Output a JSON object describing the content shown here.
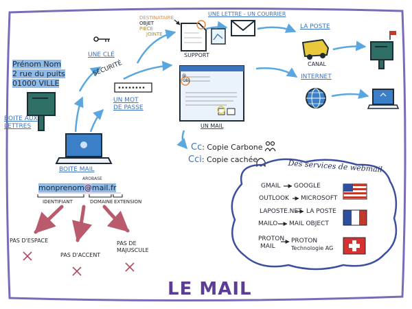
{
  "title": "LE MAIL",
  "address": {
    "lines": [
      "Prénom Nom",
      "2 rue du puits",
      "01000 VILLE"
    ]
  },
  "mailbox_label": [
    "BOITE AUX",
    "LETTRES"
  ],
  "key_label": "UNE CLÉ",
  "security_label": "SÉCURITÉ",
  "password_label": [
    "UN MOT",
    "DE PASSE"
  ],
  "laptop_label": "BOITE MAIL",
  "email": {
    "user": "monprenom",
    "at": "@",
    "domain": "mail.fr",
    "arobase_label": "AROBASE",
    "identifiant_label": "IDENTIFIANT",
    "domaine_label": "DOMAINE",
    "extension_label": "EXTENSION"
  },
  "rules": [
    {
      "line1": "PAS D'ESPACE",
      "line2": ""
    },
    {
      "line1": "PAS D'ACCENT",
      "line2": ""
    },
    {
      "line1": "PAS DE",
      "line2": "MAJUSCULE"
    }
  ],
  "letter": {
    "parts": [
      "DESTINATAIRE",
      "OBJET",
      "PIÈCE",
      "JOINTE"
    ],
    "support_label": "SUPPORT",
    "header": "UNE LETTRE - UN COURRIER"
  },
  "mail_label": "UN MAIL",
  "mail_fields": [
    "@",
    "Obj"
  ],
  "copies": [
    {
      "abbr": "Cc",
      "text": ": Copie Carbone"
    },
    {
      "abbr": "Cci",
      "text": ": Copie cachée"
    }
  ],
  "channel": {
    "post_label": "LA POSTE",
    "canal_label": "CANAL",
    "internet_label": "INTERNET"
  },
  "webmail": {
    "title": "Des services de webmail",
    "services": [
      {
        "name": [
          "GMAIL"
        ],
        "provider": [
          "GOOGLE"
        ],
        "flag": "usa"
      },
      {
        "name": [
          "OUTLOOK"
        ],
        "provider": [
          "MICROSOFT"
        ],
        "flag": "usa"
      },
      {
        "name": [
          "LAPOSTE.NET"
        ],
        "provider": [
          "LA POSTE"
        ],
        "flag": "france"
      },
      {
        "name": [
          "MAILO"
        ],
        "provider": [
          "MAIL OBJECT"
        ],
        "flag": "france"
      },
      {
        "name": [
          "PROTON",
          "MAIL"
        ],
        "provider": [
          "PROTON",
          "Technologie AG"
        ],
        "flag": "switzerland"
      }
    ]
  },
  "colors": {
    "frame": "#7a6bb8",
    "accent_blue": "#5aa6de",
    "highlight": "#8fbbe9",
    "title_purple": "#5b3d94",
    "rule_red": "#b2495e",
    "green_box": "#2f6e62",
    "yellow": "#e8c93c",
    "orange": "#e8893a"
  },
  "icons": [
    "mailbox-icon",
    "key-icon",
    "password-field-icon",
    "laptop-icon",
    "letter-icon",
    "envelope-icon",
    "mail-window-icon",
    "truck-icon",
    "globe-icon",
    "computer-icon",
    "ghost-icon",
    "people-icon"
  ]
}
